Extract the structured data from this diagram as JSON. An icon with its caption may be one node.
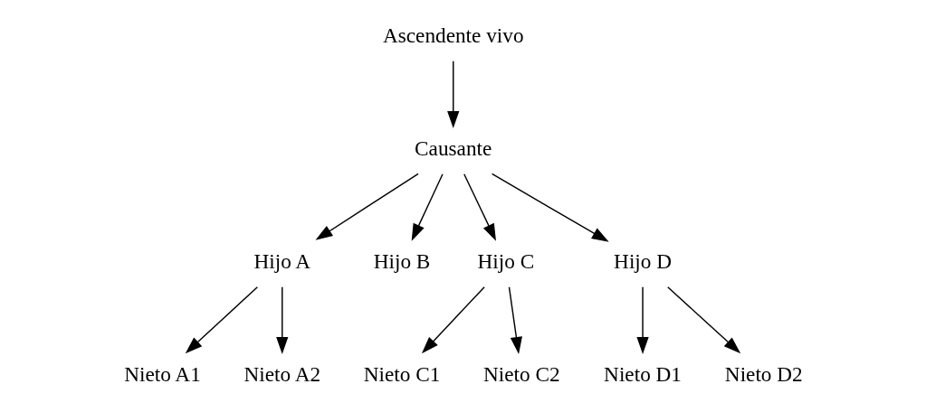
{
  "diagram": {
    "nodes": [
      {
        "text": [
          "Ascendente vivo"
        ]
      },
      {
        "text": [
          "Causante"
        ]
      },
      {
        "text": [
          "Hijo A"
        ]
      },
      {
        "text": [
          "Hijo B"
        ]
      },
      {
        "text": [
          "Hijo C"
        ]
      },
      {
        "text": [
          "Hijo D"
        ]
      },
      {
        "text": [
          "Nieto A1"
        ]
      },
      {
        "text": [
          "Nieto A2"
        ]
      },
      {
        "text": [
          "Nieto C1"
        ]
      },
      {
        "text": [
          "Nieto C2"
        ]
      },
      {
        "text": [
          "Nieto D1"
        ]
      },
      {
        "text": [
          "Nieto D2"
        ]
      }
    ],
    "edges": [
      {
        "from": 0,
        "to": 1,
        "arrow": "to"
      },
      {
        "from": 1,
        "to": 2,
        "arrow": "to"
      },
      {
        "from": 1,
        "to": 3,
        "arrow": "to"
      },
      {
        "from": 1,
        "to": 4,
        "arrow": "to"
      },
      {
        "from": 1,
        "to": 5,
        "arrow": "to"
      },
      {
        "from": 2,
        "to": 6,
        "arrow": "to"
      },
      {
        "from": 2,
        "to": 7,
        "arrow": "to"
      },
      {
        "from": 4,
        "to": 8,
        "arrow": "to"
      },
      {
        "from": 4,
        "to": 9,
        "arrow": "to"
      },
      {
        "from": 5,
        "to": 10,
        "arrow": "to"
      },
      {
        "from": 5,
        "to": 11,
        "arrow": "to"
      }
    ]
  }
}
